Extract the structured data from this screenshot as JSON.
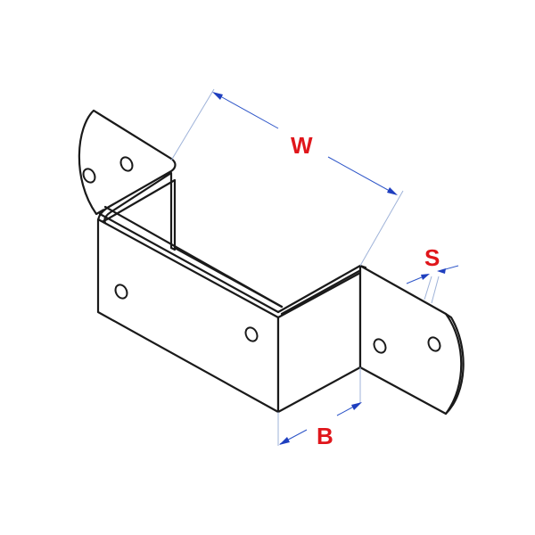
{
  "labels": {
    "width": "W",
    "base": "B",
    "thickness": "S"
  },
  "colors": {
    "line": "#1a1a1a",
    "label": "#e0161b",
    "dimension": "#2d55c8",
    "extension": "#9fb3d9"
  }
}
